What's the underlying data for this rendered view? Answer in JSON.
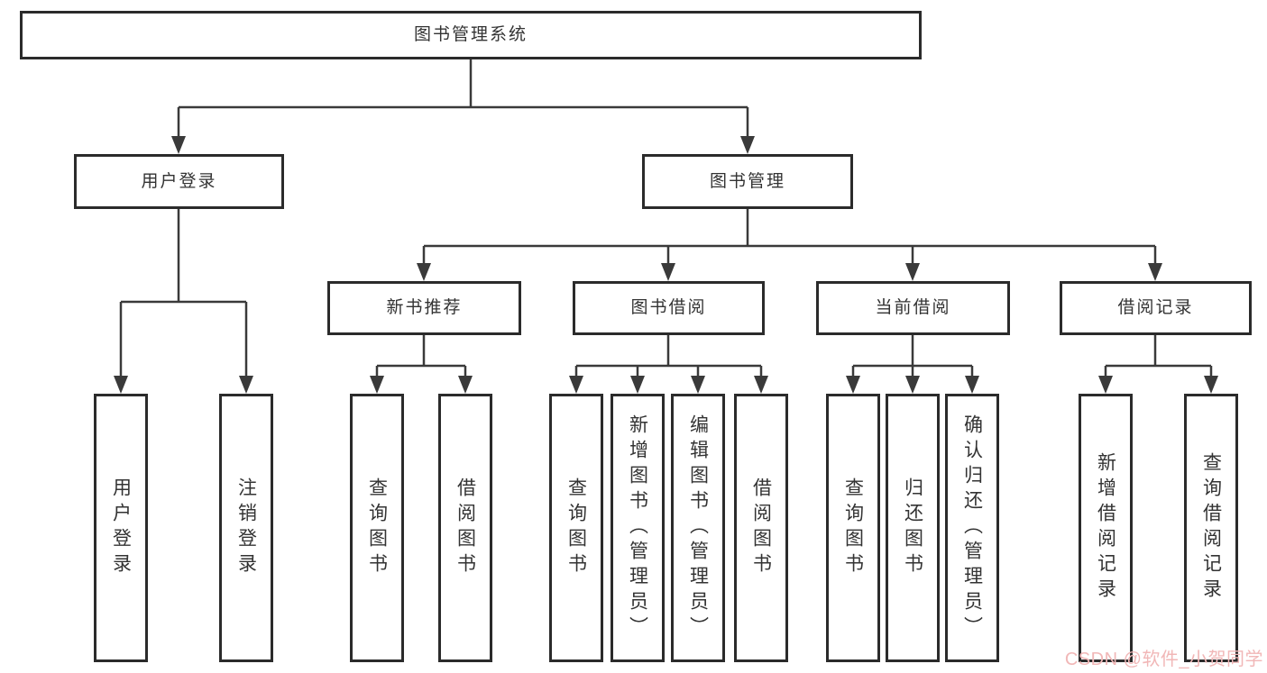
{
  "nodes": {
    "root": "图书管理系统",
    "user_login": "用户登录",
    "book_mgmt": "图书管理",
    "new_book_rec": "新书推荐",
    "book_borrow": "图书借阅",
    "current_borrow": "当前借阅",
    "borrow_records": "借阅记录",
    "ul_login": "用户登录",
    "ul_logout": "注销登录",
    "nbr_query": "查询图书",
    "nbr_borrow": "借阅图书",
    "bb_query": "查询图书",
    "bb_add": "新增图书（管理员）",
    "bb_edit": "编辑图书（管理员）",
    "bb_borrow": "借阅图书",
    "cb_query": "查询图书",
    "cb_return": "归还图书",
    "cb_confirm": "确认归还（管理员）",
    "br_add": "新增借阅记录",
    "br_query": "查询借阅记录"
  },
  "hierarchy": {
    "图书管理系统": {
      "用户登录": [
        "用户登录",
        "注销登录"
      ],
      "图书管理": {
        "新书推荐": [
          "查询图书",
          "借阅图书"
        ],
        "图书借阅": [
          "查询图书",
          "新增图书（管理员）",
          "编辑图书（管理员）",
          "借阅图书"
        ],
        "当前借阅": [
          "查询图书",
          "归还图书",
          "确认归还（管理员）"
        ],
        "借阅记录": [
          "新增借阅记录",
          "查询借阅记录"
        ]
      }
    }
  },
  "watermark": {
    "text": "CSDN @软件_小贺同学",
    "color": "#f1b7b7"
  },
  "colors": {
    "line": "#3a3a3a",
    "border": "#2b2b2b",
    "text": "#333333",
    "background": "#ffffff"
  }
}
